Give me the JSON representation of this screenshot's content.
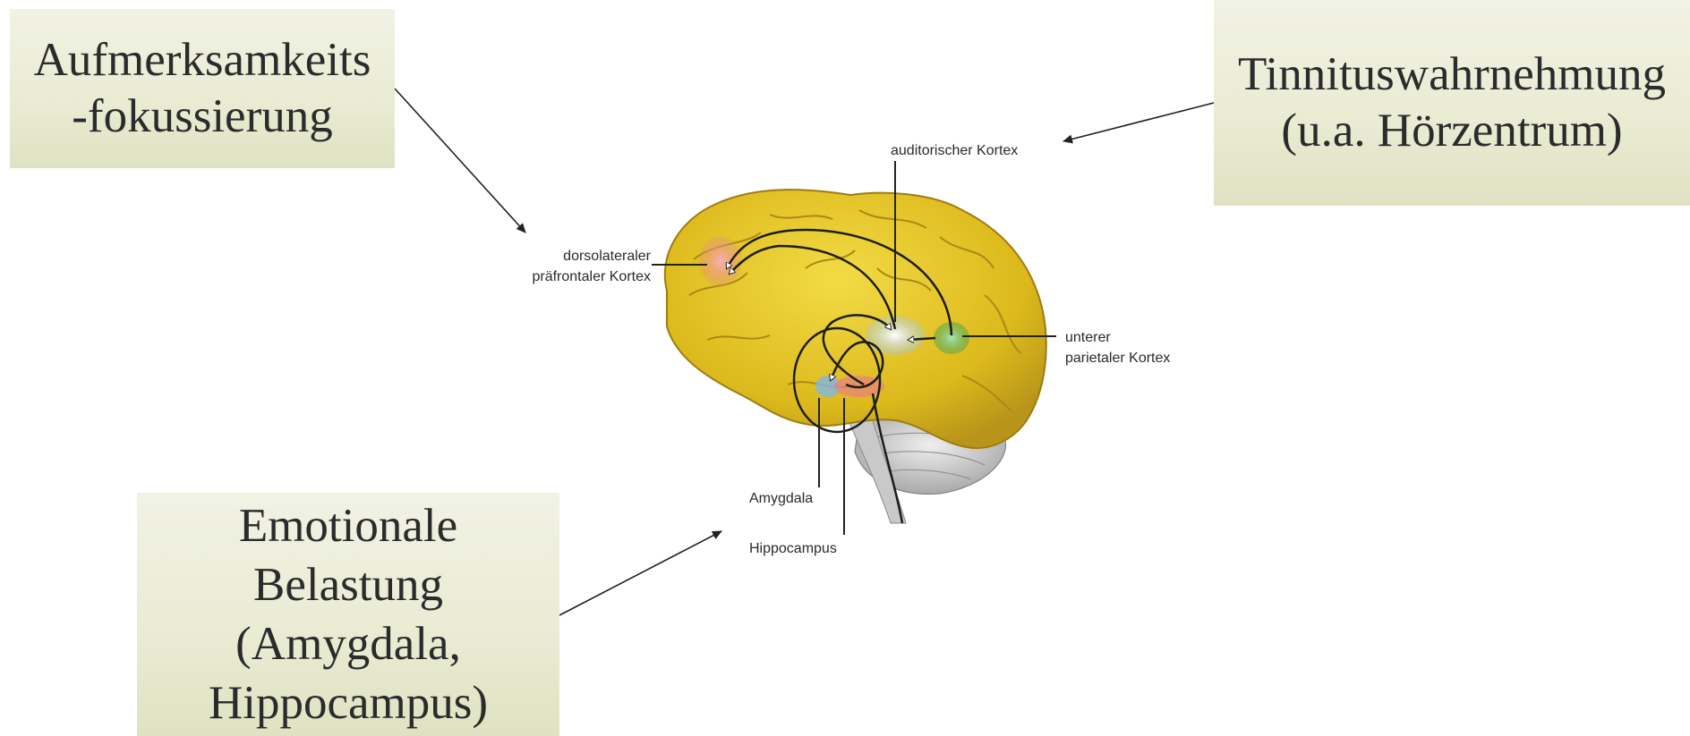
{
  "callouts": {
    "attention": {
      "lines": [
        "Aufmerksamkeits",
        "-fokussierung"
      ]
    },
    "tinnitus": {
      "lines": [
        "Tinnituswahrnehmung",
        "(u.a. Hörzentrum)"
      ]
    },
    "emotion": {
      "lines": [
        "Emotionale",
        "Belastung",
        "(Amygdala,",
        "Hippocampus)"
      ]
    }
  },
  "brain_labels": {
    "dlpfc_line1": "dorsolateraler",
    "dlpfc_line2": "präfrontaler Kortex",
    "auditory": "auditorischer Kortex",
    "parietal_line1": "unterer",
    "parietal_line2": "parietaler Kortex",
    "amygdala": "Amygdala",
    "hippocampus": "Hippocampus"
  },
  "colors": {
    "brain_fill": "#e3c21f",
    "brain_shadow": "#b8951a",
    "dlpfc_highlight": "#ef8f8f",
    "auditory_highlight": "#cfe3f6",
    "parietal_highlight": "#3fae5a",
    "amygdala_highlight": "#7fb6e6",
    "hippocampus_highlight": "#e88080",
    "callout_bg": "#e9ebd3",
    "arrow": "#222222"
  }
}
